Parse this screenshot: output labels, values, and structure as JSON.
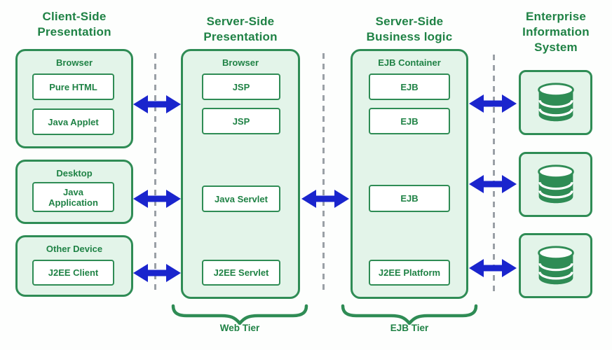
{
  "colors": {
    "border_green": "#2f8c55",
    "text_green": "#1f8245",
    "fill_light_green": "#e3f4e9",
    "arrow_blue": "#1a25cd",
    "dash_gray": "#9aa0a6"
  },
  "columns": [
    {
      "id": "client-side-presentation",
      "title_lines": [
        "Client-Side",
        "Presentation"
      ]
    },
    {
      "id": "server-side-presentation",
      "title_lines": [
        "Server-Side",
        "Presentation"
      ]
    },
    {
      "id": "server-side-business-logic",
      "title_lines": [
        "Server-Side",
        "Business logic"
      ]
    },
    {
      "id": "enterprise-information-system",
      "title_lines": [
        "Enterprise",
        "Information",
        "System"
      ]
    }
  ],
  "client_groups": [
    {
      "label": "Browser",
      "items": [
        "Pure HTML",
        "Java Applet"
      ]
    },
    {
      "label": "Desktop",
      "items": [
        "Java Application"
      ]
    },
    {
      "label": "Other Device",
      "items": [
        "J2EE Client"
      ]
    }
  ],
  "web_tier": {
    "container_label": "Browser",
    "items": [
      "JSP",
      "JSP",
      "Java Servlet",
      "J2EE Servlet"
    ],
    "brace_label": "Web Tier"
  },
  "ejb_tier": {
    "container_label": "EJB Container",
    "items": [
      "EJB",
      "EJB",
      "EJB",
      "J2EE Platform"
    ],
    "brace_label": "EJB Tier"
  },
  "eis": {
    "database_count": 3,
    "db_icon": "database-cylinder-icon"
  },
  "connector_icon": "double-headed-arrow-icon"
}
